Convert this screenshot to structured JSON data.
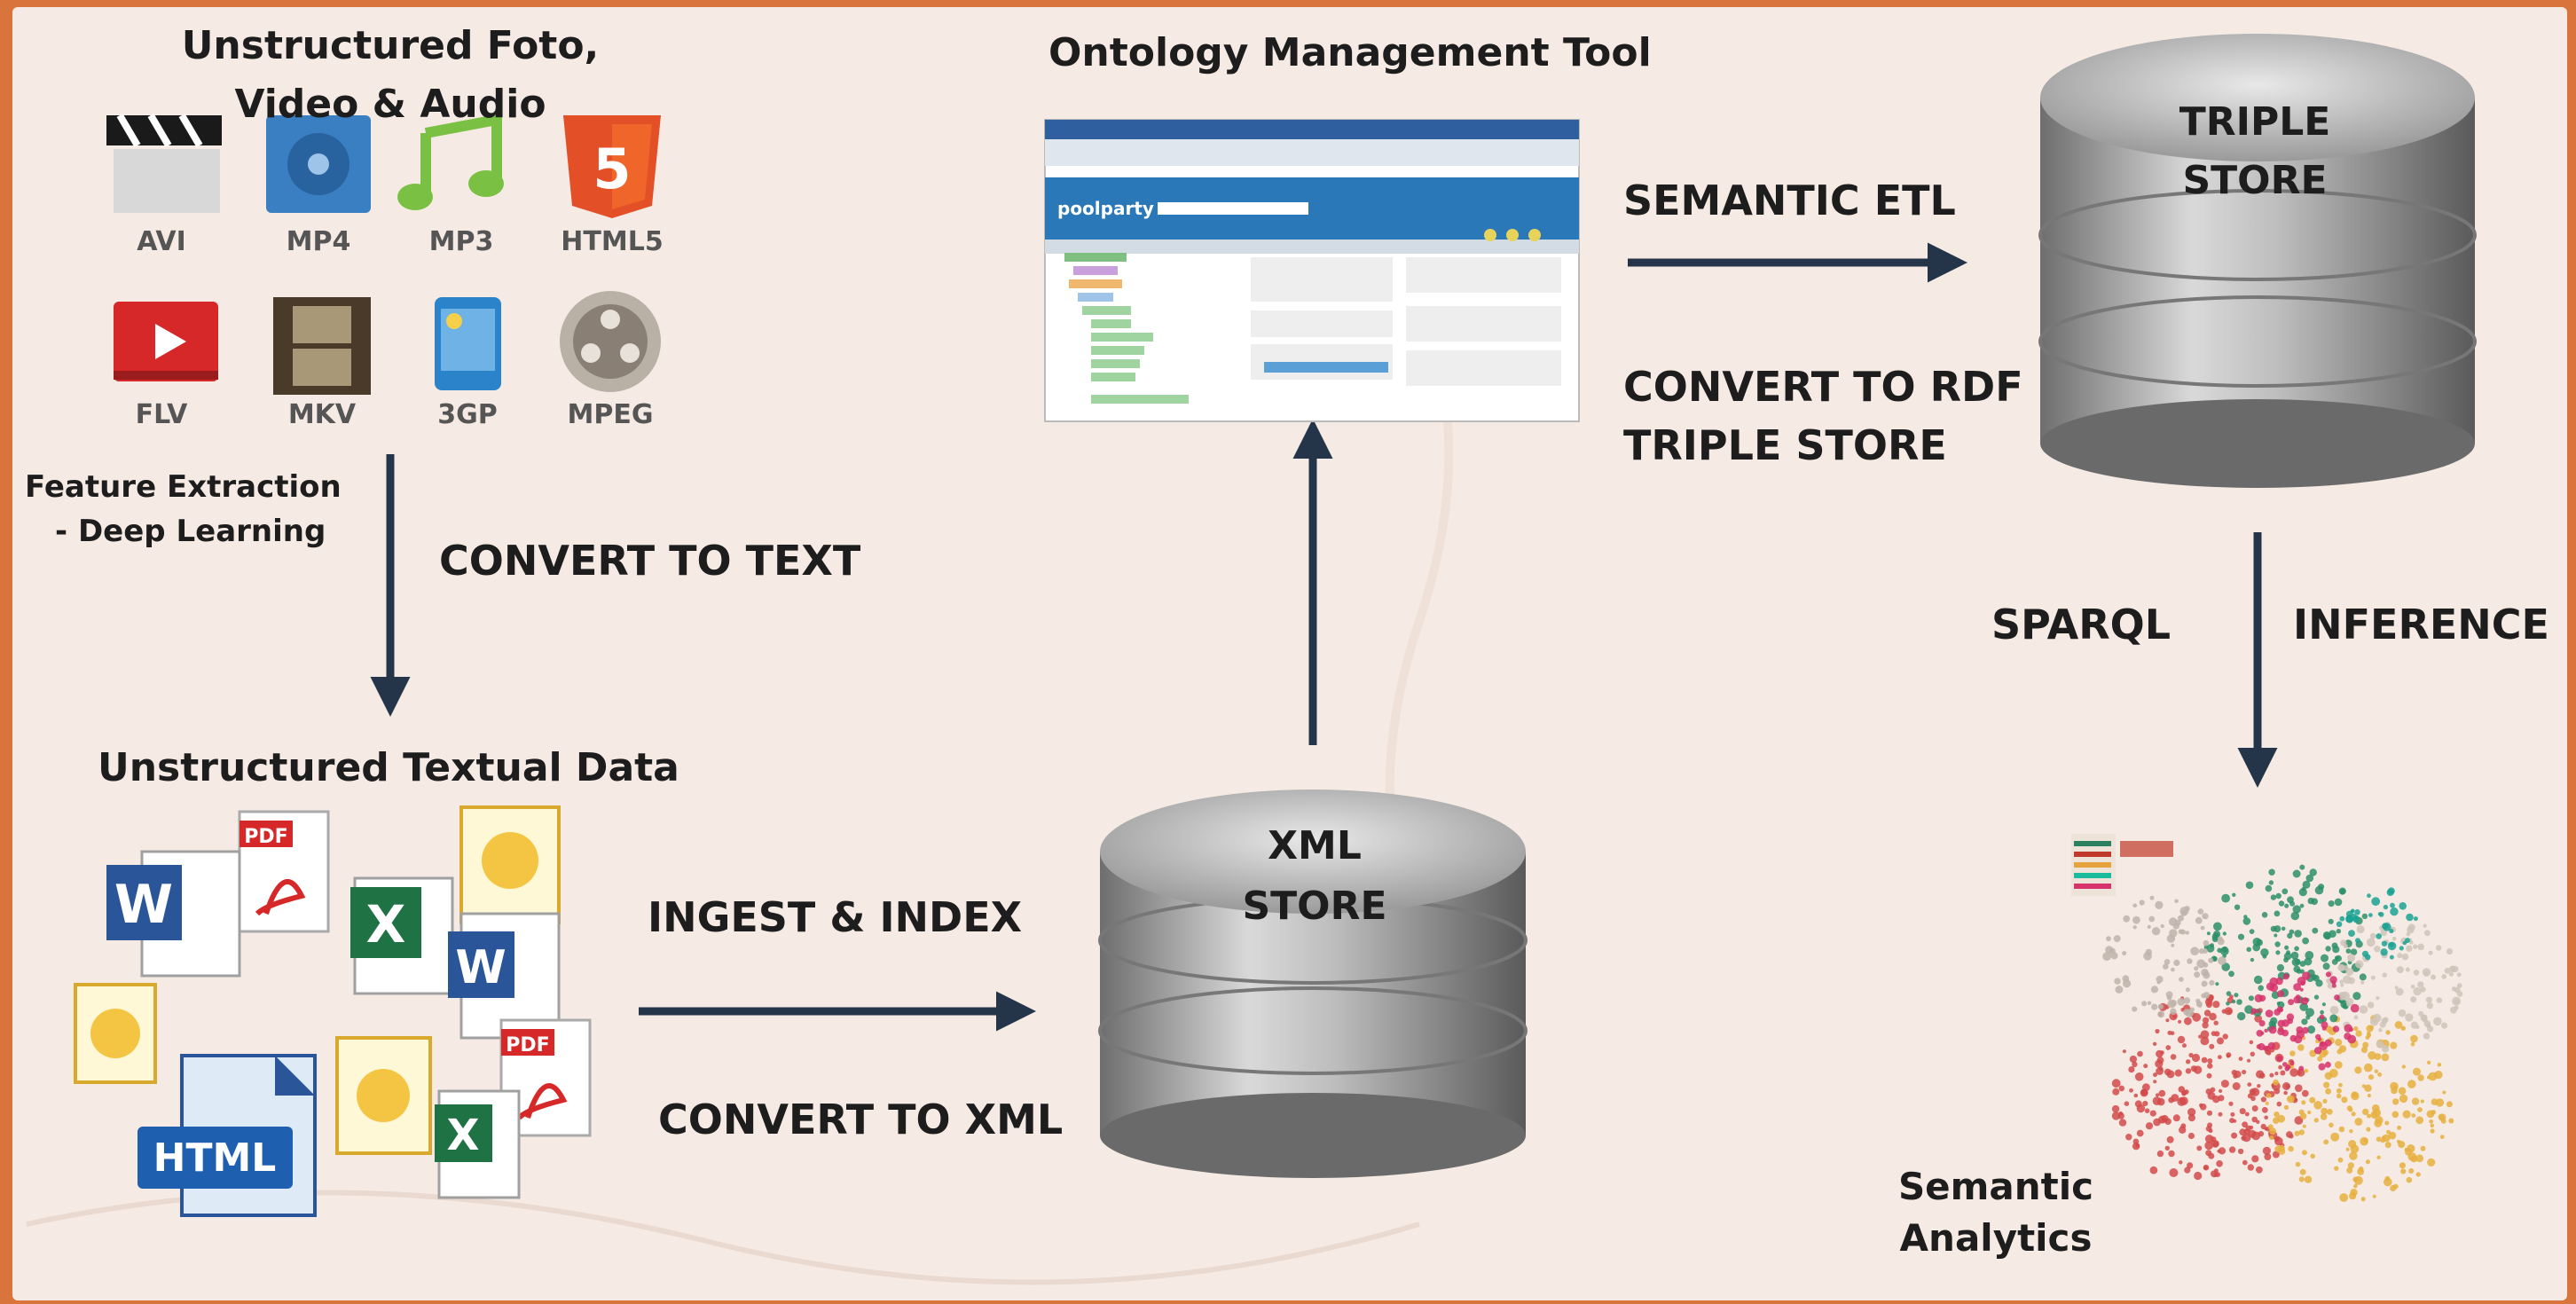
{
  "media": {
    "title_line1": "Unstructured Foto,",
    "title_line2": "Video & Audio",
    "formats": [
      "AVI",
      "MP4",
      "MP3",
      "HTML5",
      "FLV",
      "MKV",
      "3GP",
      "MPEG"
    ]
  },
  "feature": {
    "line1": "Feature Extraction",
    "line2": "- Deep Learning"
  },
  "convert_text": "CONVERT TO TEXT",
  "textual": {
    "title": "Unstructured Textual Data",
    "html_badge": "HTML",
    "doc_glyph": "W",
    "xls_glyph": "X",
    "pdf_glyph": "PDF"
  },
  "ingest": "INGEST & INDEX",
  "convert_xml": "CONVERT TO XML",
  "xml_store": {
    "line1": "XML",
    "line2": "STORE"
  },
  "ontology": {
    "title": "Ontology Management Tool",
    "app_logo": "poolparty"
  },
  "semantic_etl": "SEMANTIC ETL",
  "convert_rdf": {
    "line1": "CONVERT TO RDF",
    "line2": "TRIPLE STORE"
  },
  "triple_store": {
    "line1": "TRIPLE",
    "line2": "STORE"
  },
  "sparql": "SPARQL",
  "inference": "INFERENCE",
  "analytics": {
    "line1": "Semantic",
    "line2": "Analytics"
  },
  "colors": {
    "frame": "#d9743c",
    "background": "#f6ebe4",
    "arrow": "#243549",
    "text": "#1d1d1d"
  },
  "icons": [
    "clapperboard-icon",
    "video-reel-icon",
    "music-note-icon",
    "html5-shield-icon",
    "video-player-icon",
    "film-strip-icon",
    "phone-icon",
    "film-reel-icon",
    "word-doc-icon",
    "pdf-doc-icon",
    "excel-doc-icon",
    "outlook-doc-icon",
    "html-file-icon"
  ]
}
